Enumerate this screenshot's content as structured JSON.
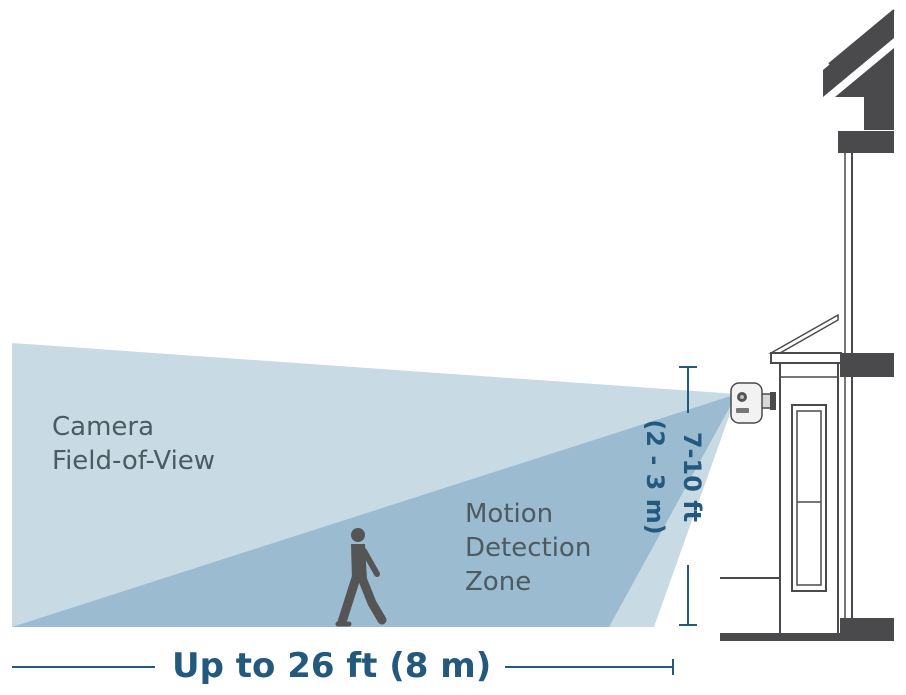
{
  "labels": {
    "field_of_view": [
      "Camera",
      "Field-of-View"
    ],
    "motion_zone": [
      "Motion",
      "Detection",
      "Zone"
    ],
    "mount_height": [
      "7-10 ft",
      "(2 - 3 m)"
    ],
    "range": "Up to 26 ft (8 m)"
  },
  "colors": {
    "field_of_view": "#c8dae4",
    "motion_zone": "#9bbbd0",
    "accent_text": "#24597e",
    "body_text": "#4d5a61",
    "house": "#4a4a4c",
    "figure": "#555555"
  },
  "icons": {
    "camera": "security-camera-icon",
    "person": "walking-person-icon"
  }
}
